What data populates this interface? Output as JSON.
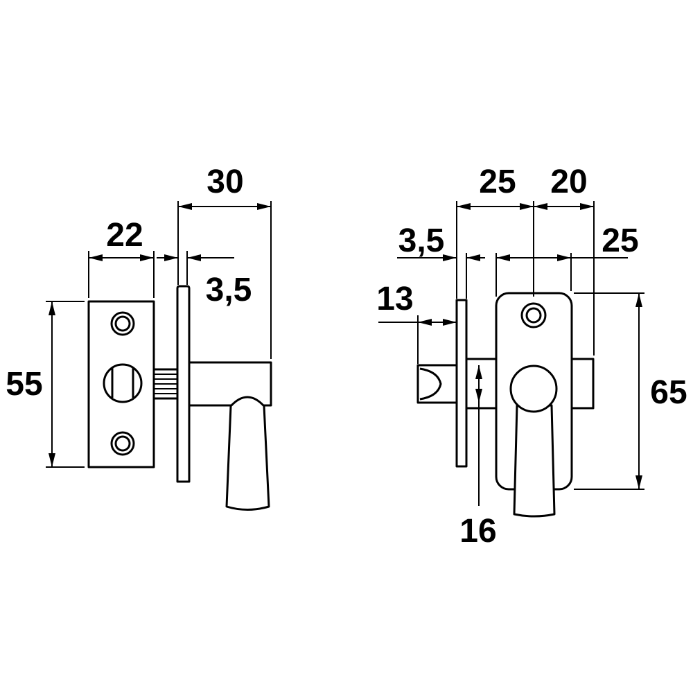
{
  "side_view": {
    "dimensions": {
      "overall_depth": "30",
      "plate_width": "22",
      "rose_thickness": "3,5",
      "plate_height": "55"
    }
  },
  "front_view": {
    "dimensions": {
      "rose_to_spindle": "25",
      "spindle_to_bolt_end": "20",
      "rose_thickness": "3,5",
      "plate_width": "25",
      "bolt_projection": "13",
      "bolt_height": "16",
      "plate_height": "65"
    }
  },
  "colors": {
    "line": "#000000",
    "background": "#ffffff"
  }
}
